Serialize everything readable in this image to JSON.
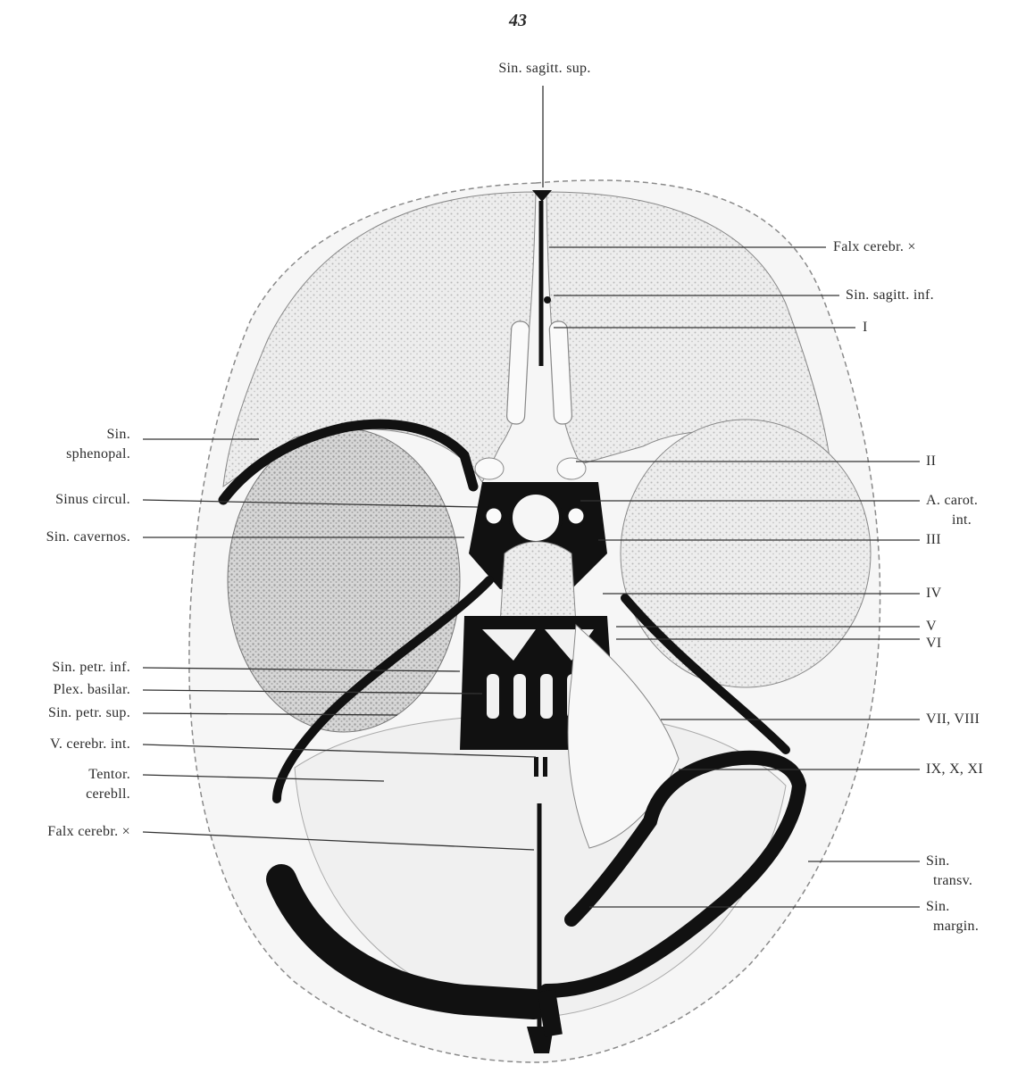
{
  "page_number": "43",
  "colors": {
    "sinus": "#111111",
    "outline": "#7a7a7a",
    "brain_shade": "#c9c9c9",
    "label_line": "#333333"
  },
  "labels": {
    "top": "Sin. sagitt. sup.",
    "right": {
      "falx_cerebr": "Falx cerebr. ×",
      "sin_sagitt_inf": "Sin. sagitt. inf.",
      "n1": "I",
      "n2": "II",
      "a_carot_line1": "A. carot.",
      "a_carot_line2": "int.",
      "n3": "III",
      "n4": "IV",
      "n5": "V",
      "n6": "VI",
      "n7_8": "VII, VIII",
      "n9_11": "IX, X, XI",
      "sin_transv_line1": "Sin.",
      "sin_transv_line2": "transv.",
      "sin_margin_line1": "Sin.",
      "sin_margin_line2": "margin."
    },
    "left": {
      "sin_sphenopal_line1": "Sin.",
      "sin_sphenopal_line2": "sphenopal.",
      "sinus_circul": "Sinus circul.",
      "sin_cavernos": "Sin. cavernos.",
      "sin_petr_inf": "Sin. petr. inf.",
      "plex_basilar": "Plex. basilar.",
      "sin_petr_sup": "Sin. petr. sup.",
      "v_cerebr_int": "V. cerebr. int.",
      "tentor_line1": "Tentor.",
      "tentor_line2": "cerebll.",
      "falx_cerebr_low": "Falx cerebr. ×"
    }
  }
}
